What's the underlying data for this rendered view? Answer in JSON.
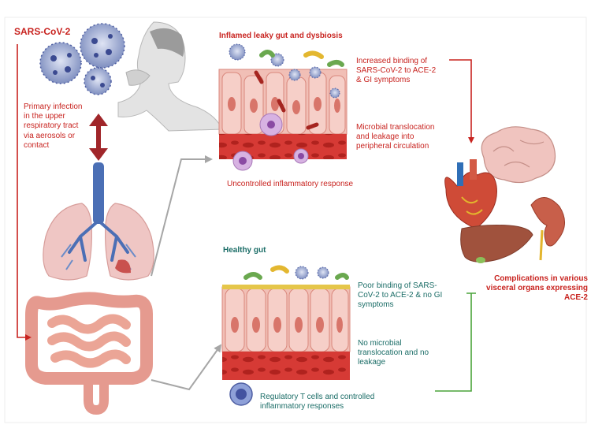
{
  "title": "SARS-CoV-2",
  "left_panel": {
    "infection_text": "Primary infection in the upper respiratory tract via aerosols or contact"
  },
  "inflamed_gut": {
    "title": "Inflamed leaky gut and dysbiosis",
    "binding_text": "Increased binding of SARS-CoV-2 to ACE-2 & GI symptoms",
    "translocation_text": "Microbial translocation and leakage into peripheral circulation",
    "response_text": "Uncontrolled inflammatory response"
  },
  "healthy_gut": {
    "title": "Healthy gut",
    "binding_text": "Poor binding of SARS-CoV-2 to ACE-2 & no GI symptoms",
    "translocation_text": "No microbial translocation and no leakage",
    "response_text": "Regulatory T cells and controlled inflammatory responses"
  },
  "complications": {
    "text": "Complications in various visceral organs expressing ACE-2"
  },
  "colors": {
    "red_text": "#c8231f",
    "teal_text": "#1b6d67",
    "activation_arrow": "#c8231f",
    "inhibition_arrow": "#4aa33a",
    "connector_arrow": "#a6a6a6"
  }
}
